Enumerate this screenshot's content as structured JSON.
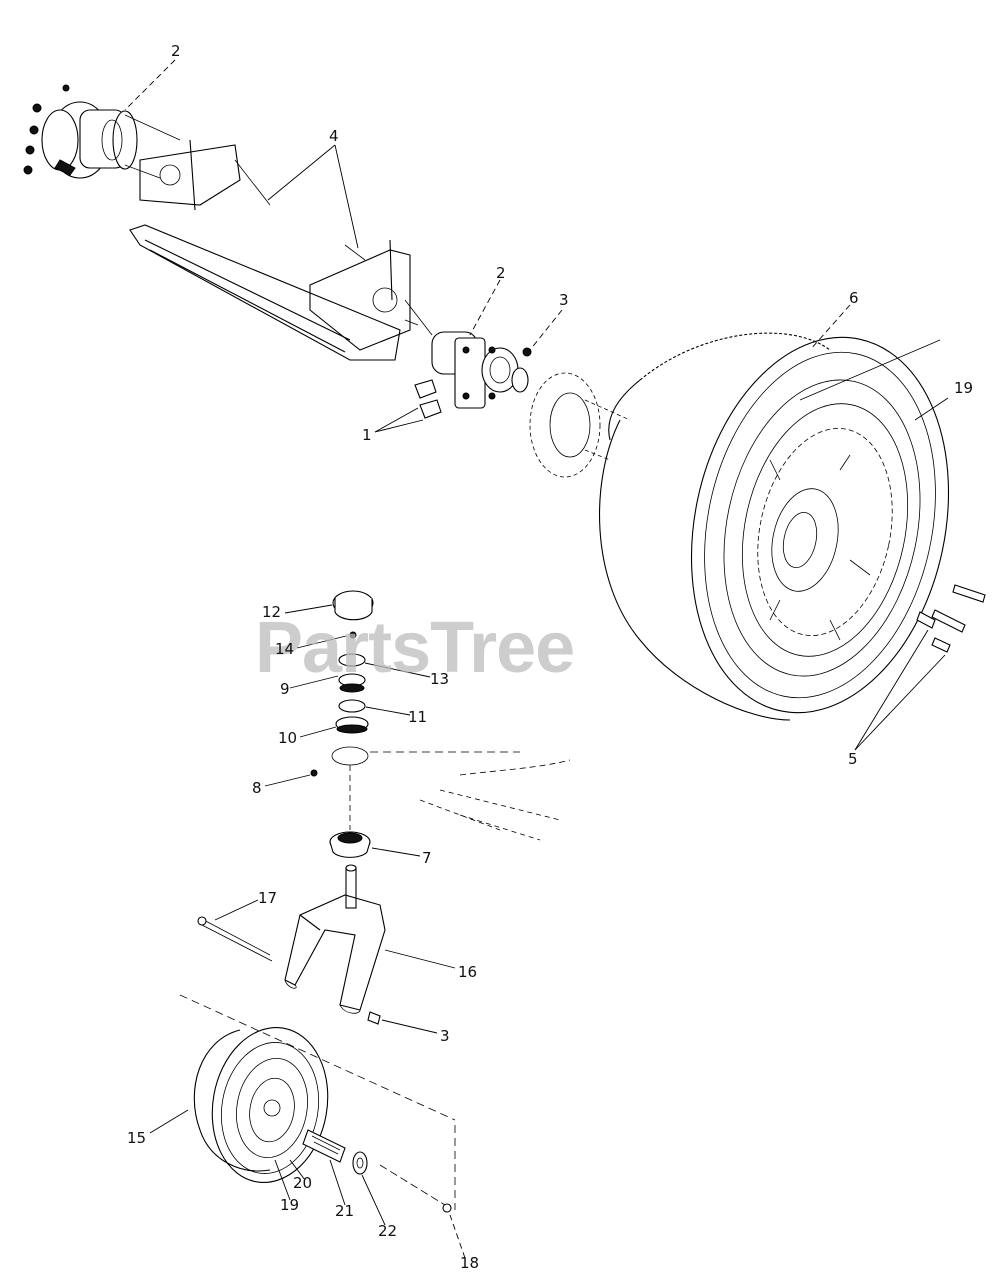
{
  "watermark": "PartsTree",
  "callouts": {
    "c1": "1",
    "c2a": "2",
    "c2b": "2",
    "c3a": "3",
    "c3b": "3",
    "c4": "4",
    "c5": "5",
    "c6": "6",
    "c7": "7",
    "c8": "8",
    "c9": "9",
    "c10": "10",
    "c11": "11",
    "c12": "12",
    "c13": "13",
    "c14": "14",
    "c15": "15",
    "c16": "16",
    "c17": "17",
    "c18": "18",
    "c19a": "19",
    "c19b": "19",
    "c20": "20",
    "c21": "21",
    "c22": "22"
  }
}
